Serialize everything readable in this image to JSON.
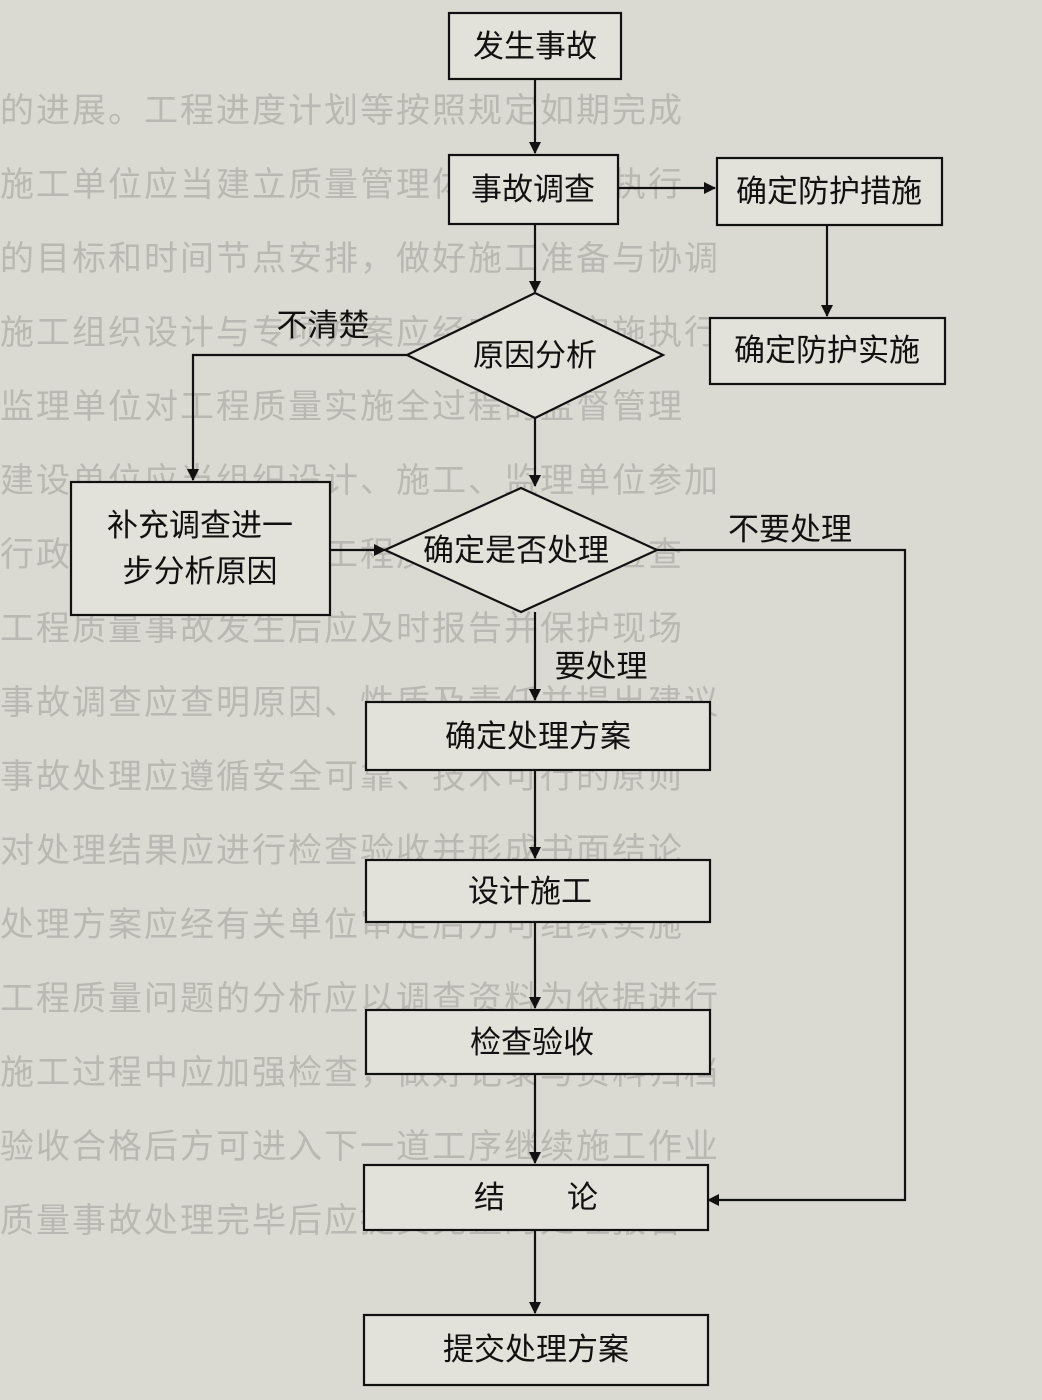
{
  "colors": {
    "background": "#dad9d2",
    "node_fill": "#e2e1da",
    "stroke": "#111111",
    "bleed_text": "#9f9e98"
  },
  "nodes": {
    "occur": "发生事故",
    "investigate": "事故调查",
    "protect_measures": "确定防护措施",
    "protect_implement": "确定防护实施",
    "cause_analysis": "原因分析",
    "supplement_line1": "补充调查进一",
    "supplement_line2": "步分析原因",
    "decide": "确定是否处理",
    "plan": "确定处理方案",
    "design_construct": "设计施工",
    "inspect": "检查验收",
    "conclusion": "结　　论",
    "submit": "提交处理方案"
  },
  "edge_labels": {
    "unclear": "不清楚",
    "no_handle": "不要处理",
    "handle": "要处理"
  }
}
